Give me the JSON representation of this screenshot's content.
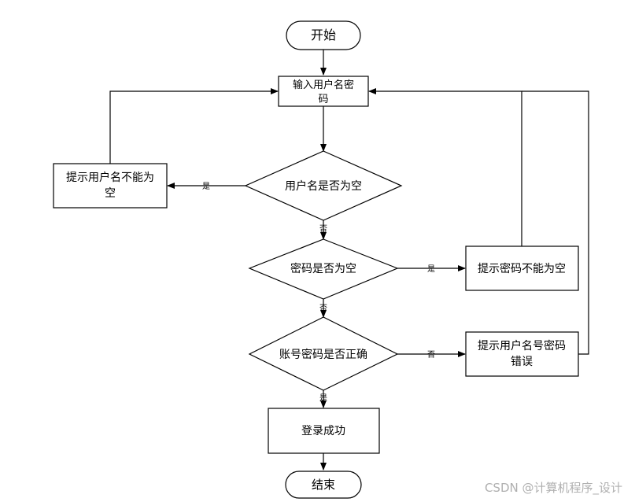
{
  "flowchart": {
    "nodes": {
      "start": "开始",
      "input": "输入用户名密码",
      "check_username": "用户名是否为空",
      "prompt_username_empty": "提示用户名不能为空",
      "check_password": "密码是否为空",
      "prompt_password_empty": "提示密码不能为空",
      "check_credentials": "账号密码是否正确",
      "prompt_credentials_wrong": "提示用户名号密码错误",
      "login_success": "登录成功",
      "end": "结束"
    },
    "edge_labels": {
      "username_yes": "是",
      "username_no": "否",
      "password_yes": "是",
      "password_no": "否",
      "credentials_no": "否",
      "credentials_yes": "是"
    }
  },
  "watermark": "CSDN @计算机程序_设计"
}
